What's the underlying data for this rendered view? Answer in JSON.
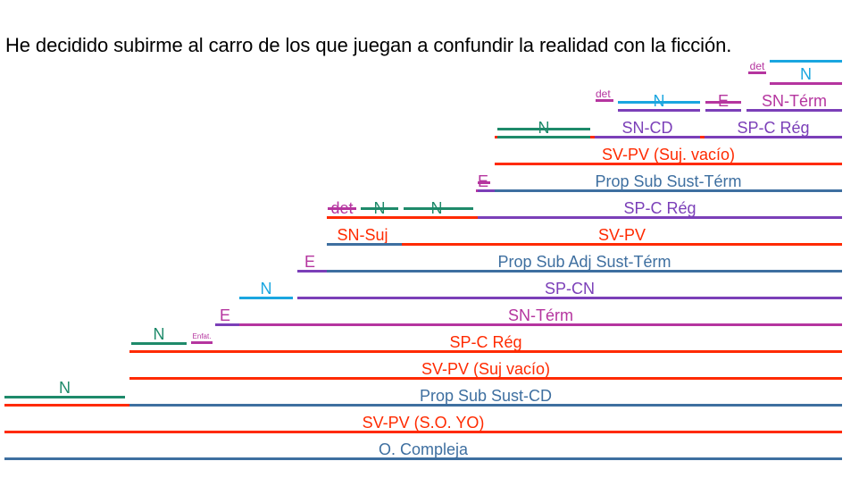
{
  "sentence": "He decidido subirme al carro de los que juegan a confundir la realidad con la ficción.",
  "labels": {
    "o_compleja": "O. Compleja",
    "svpv_so_yo": "SV-PV (S.O. YO)",
    "n1": "N",
    "prop_sub_sust_cd": "Prop Sub Sust-CD",
    "svpv_suj_vacio": "SV-PV (Suj vacío)",
    "n2": "N",
    "enfat": "Enfat.",
    "spc_reg1": "SP-C Rég",
    "e1": "E",
    "sn_term1": "SN-Térm",
    "n3": "N",
    "sp_cn": "SP-CN",
    "e2": "E",
    "prop_sub_adj": "Prop Sub Adj Sust-Térm",
    "sn_suj": "SN-Suj",
    "sv_pv": "SV-PV",
    "det1": "det",
    "n4": "N",
    "n5": "N",
    "spc_reg2": "SP-C Rég",
    "e3": "E",
    "prop_sub_sust_term": "Prop Sub Sust-Térm",
    "svpv_suj_vacio2": "SV-PV (Suj. vacío)",
    "n6": "N",
    "sn_cd": "SN-CD",
    "spc_reg3": "SP-C Rég",
    "det2": "det",
    "n7": "N",
    "e4": "E",
    "sn_term2": "SN-Térm",
    "det3": "det",
    "n8": "N"
  },
  "colors": {
    "red": "#ff2a00",
    "blue": "#3e6fa0",
    "purple": "#7b3fb8",
    "magenta": "#b5359f",
    "cyan": "#1aa6e0",
    "green": "#1e8a6a"
  }
}
